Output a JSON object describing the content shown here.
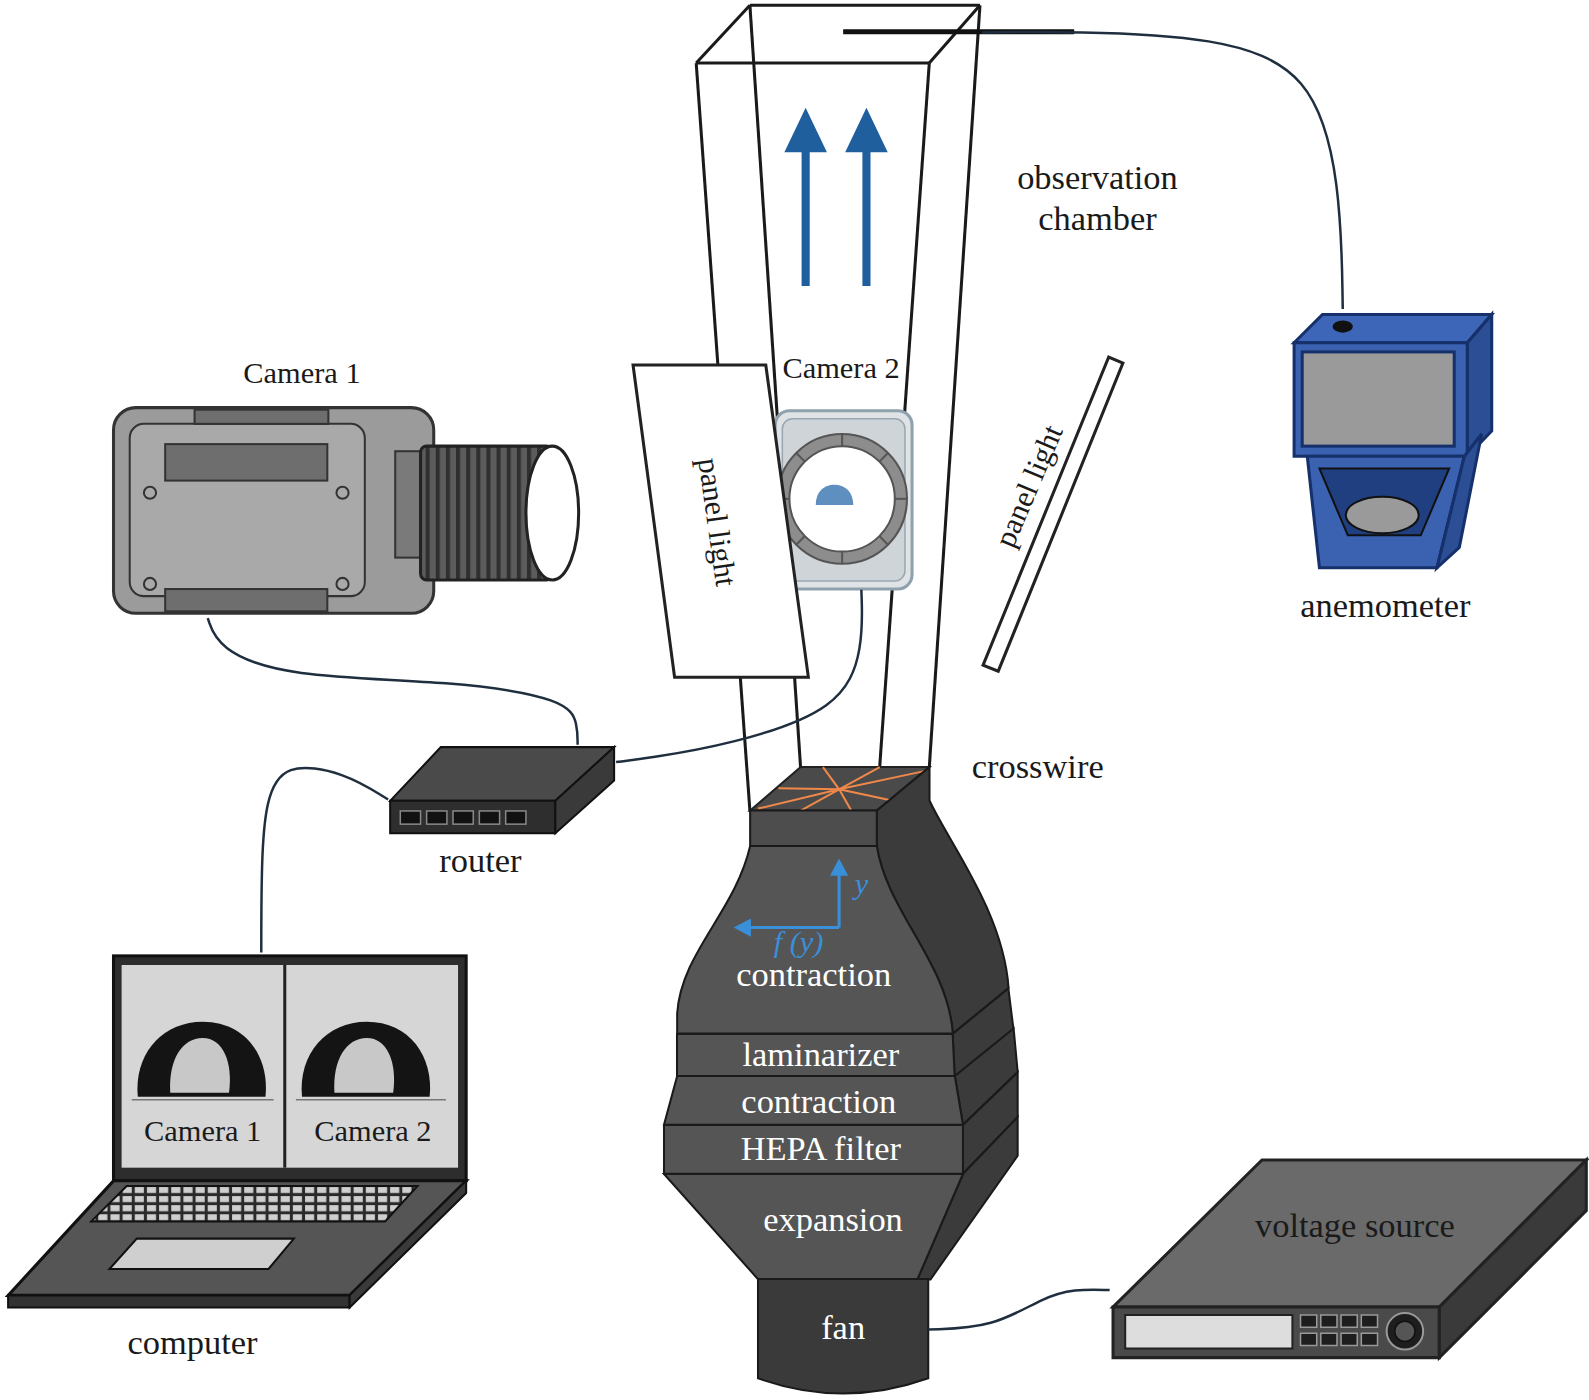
{
  "diagram": {
    "nodes": [
      {
        "text": [
          "observation chamber"
        ]
      },
      {
        "text": [
          "Camera 1"
        ]
      },
      {
        "text": [
          "Camera 2"
        ]
      },
      {
        "text": [
          "panel light"
        ]
      },
      {
        "text": [
          "panel light"
        ]
      },
      {
        "text": [
          "anemometer"
        ]
      },
      {
        "text": [
          "crosswire"
        ]
      },
      {
        "text": [
          "router"
        ]
      },
      {
        "text": [
          "computer"
        ]
      },
      {
        "text": [
          "Camera 1"
        ],
        "in": 8
      },
      {
        "text": [
          "Camera 2"
        ],
        "in": 8
      },
      {
        "text": [
          "contraction"
        ]
      },
      {
        "text": [
          "laminarizer"
        ]
      },
      {
        "text": [
          "contraction"
        ]
      },
      {
        "text": [
          "HEPA filter"
        ]
      },
      {
        "text": [
          "expansion"
        ]
      },
      {
        "text": [
          "fan"
        ]
      },
      {
        "text": [
          "voltage source"
        ]
      }
    ],
    "edges": [
      {
        "from": 1,
        "to": 7,
        "arrow": "none"
      },
      {
        "from": 2,
        "to": 7,
        "arrow": "none"
      },
      {
        "from": 7,
        "to": 8,
        "arrow": "none"
      },
      {
        "from": 5,
        "to": 0,
        "arrow": "none"
      },
      {
        "from": 16,
        "to": 17,
        "arrow": "none"
      }
    ],
    "labels": [
      "y",
      "f (y)"
    ]
  }
}
